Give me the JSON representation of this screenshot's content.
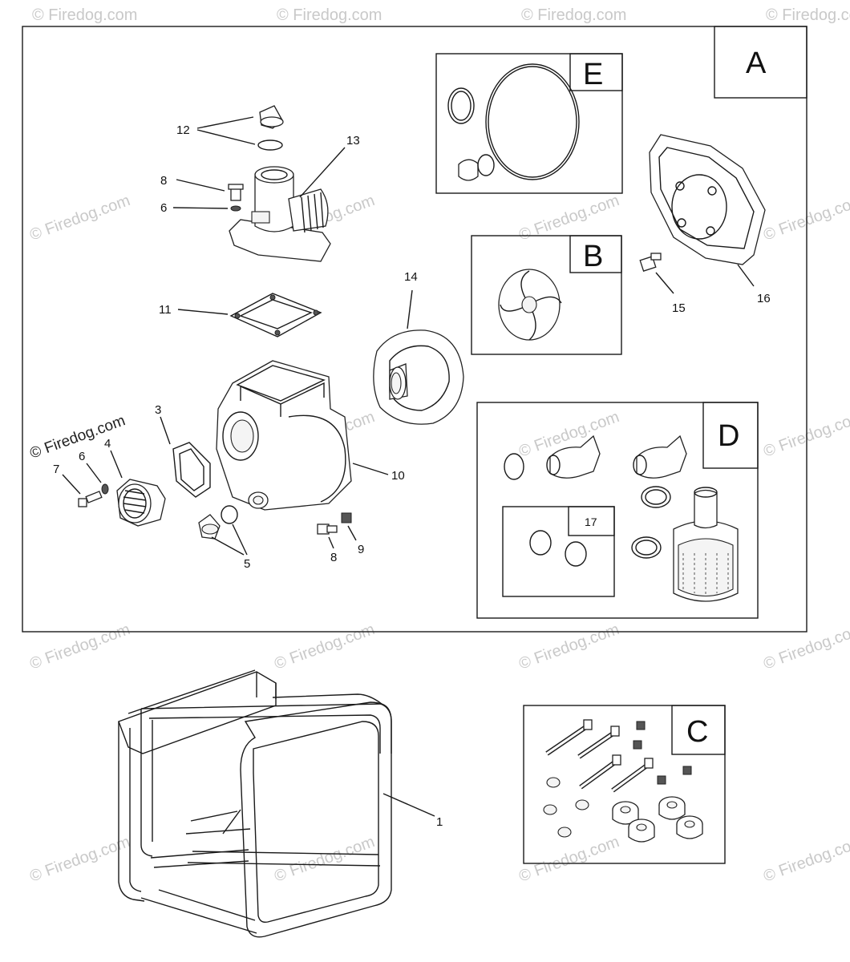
{
  "diagram": {
    "section_labels": {
      "A": "A",
      "B": "B",
      "C": "C",
      "D": "D",
      "E": "E",
      "sub17": "17"
    },
    "callouts": {
      "c1": "1",
      "c3": "3",
      "c4": "4",
      "c5": "5",
      "c6a": "6",
      "c6b": "6",
      "c7": "7",
      "c8a": "8",
      "c8b": "8",
      "c9": "9",
      "c10": "10",
      "c11": "11",
      "c12": "12",
      "c13": "13",
      "c14": "14",
      "c15": "15",
      "c16": "16"
    },
    "copyright": "© Firedog.com",
    "watermark": "© Firedog.com"
  }
}
